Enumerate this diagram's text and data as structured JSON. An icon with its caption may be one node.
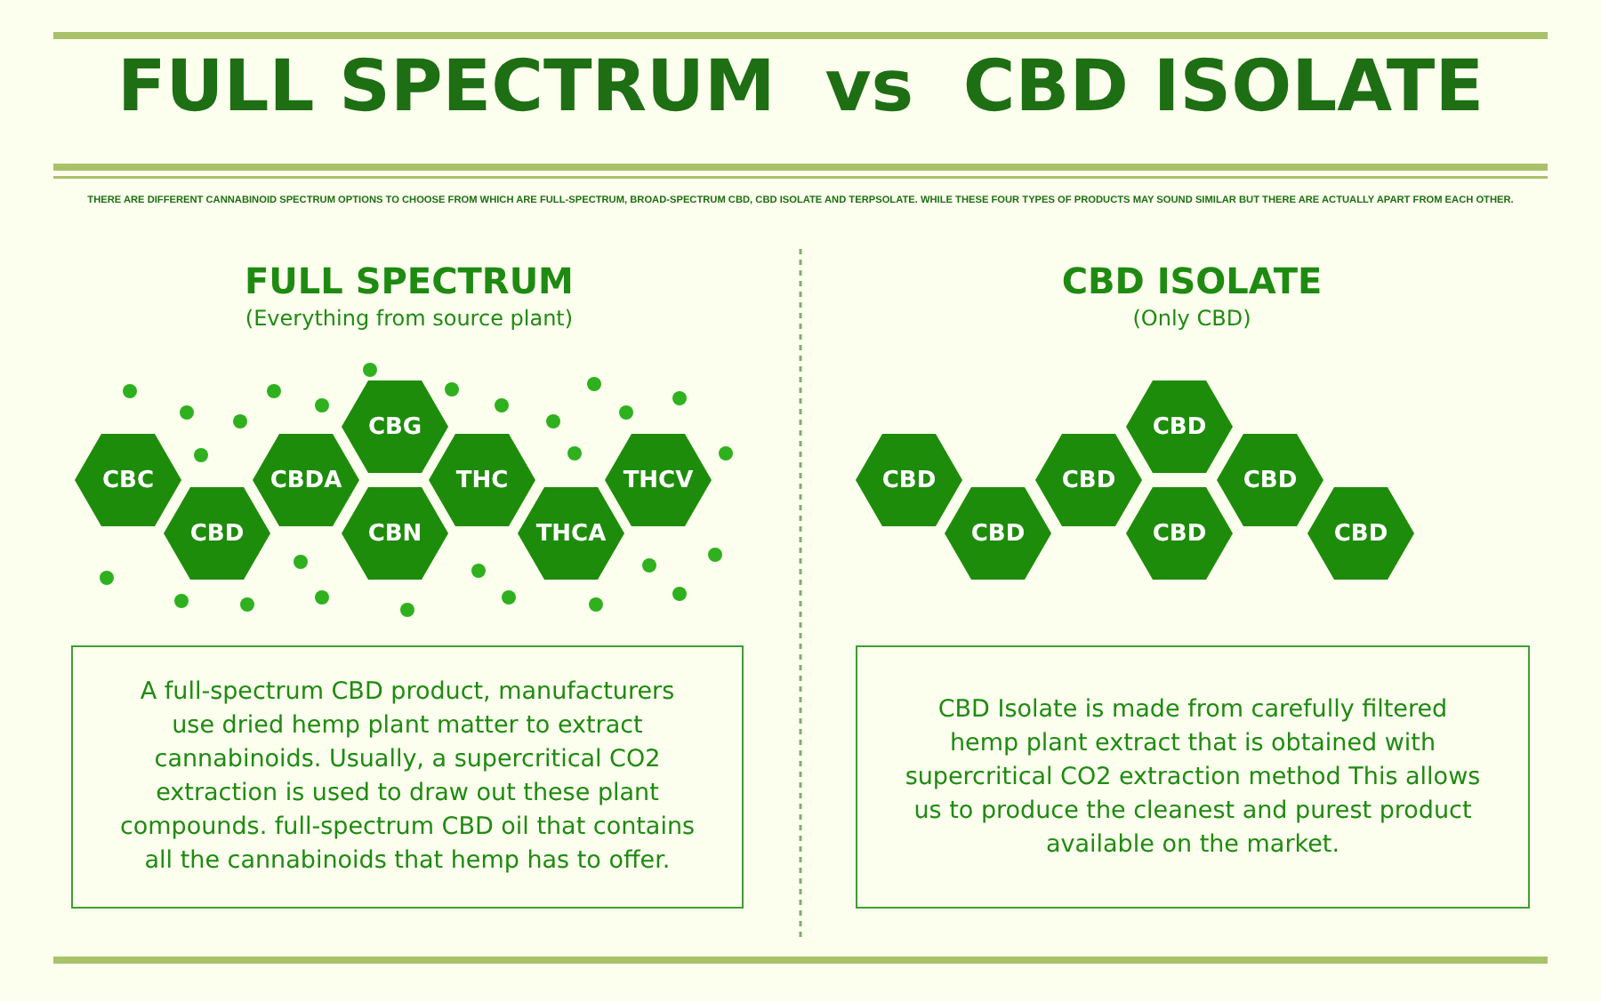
{
  "diagram": {
    "title": "FULL SPECTRUM  vs  CBD ISOLATE",
    "nodes": [
      {
        "text": [
          "CBC"
        ]
      },
      {
        "text": [
          "CBD"
        ]
      },
      {
        "text": [
          "CBDA"
        ]
      },
      {
        "text": [
          "CBG"
        ]
      },
      {
        "text": [
          "CBN"
        ]
      },
      {
        "text": [
          "THC"
        ]
      },
      {
        "text": [
          "THCA"
        ]
      },
      {
        "text": [
          "THCV"
        ]
      },
      {
        "text": [
          "A full-spectrum CBD product, manufacturers use dried hemp plant matter to extract cannabinoids. Usually, a supercritical CO2 extraction is used to draw out these plant compounds. full-spectrum CBD oil that contains all the cannabinoids that hemp has to offer."
        ]
      },
      {
        "text": [
          "CBD"
        ]
      },
      {
        "text": [
          "CBD"
        ]
      },
      {
        "text": [
          "CBD"
        ]
      },
      {
        "text": [
          "CBD"
        ]
      },
      {
        "text": [
          "CBD"
        ]
      },
      {
        "text": [
          "CBD"
        ]
      },
      {
        "text": [
          "CBD"
        ]
      },
      {
        "text": [
          "CBD Isolate is made from carefully filtered hemp plant extract that is obtained with supercritical CO2 extraction method This allows us to produce the cleanest and purest product available on the market."
        ]
      }
    ],
    "edges": [],
    "labels": [
      "THERE ARE DIFFERENT CANNABINOID SPECTRUM OPTIONS TO CHOOSE FROM WHICH ARE FULL-SPECTRUM, BROAD-SPECTRUM CBD, CBD ISOLATE AND TERPSOLATE. WHILE THESE FOUR TYPES OF PRODUCTS MAY SOUND SIMILAR BUT THERE ARE ACTUALLY APART FROM EACH OTHER.",
      "FULL SPECTRUM",
      "(Everything from source plant)",
      "CBD ISOLATE",
      "(Only CBD)"
    ]
  }
}
